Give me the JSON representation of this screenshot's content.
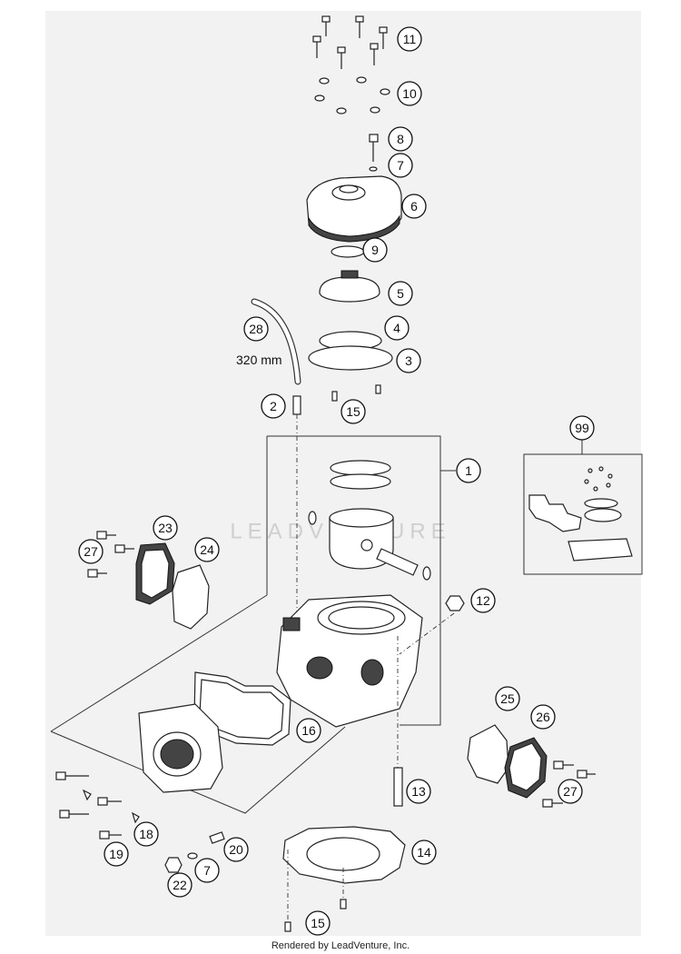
{
  "diagram": {
    "watermark": "LEADVENTURE",
    "dimension_label": "320 mm",
    "credit": "Rendered by LeadVenture, Inc.",
    "callouts": [
      {
        "id": "c11",
        "text": "11"
      },
      {
        "id": "c10",
        "text": "10"
      },
      {
        "id": "c8",
        "text": "8"
      },
      {
        "id": "c7a",
        "text": "7"
      },
      {
        "id": "c6",
        "text": "6"
      },
      {
        "id": "c9",
        "text": "9"
      },
      {
        "id": "c5",
        "text": "5"
      },
      {
        "id": "c28",
        "text": "28"
      },
      {
        "id": "c4",
        "text": "4"
      },
      {
        "id": "c3",
        "text": "3"
      },
      {
        "id": "c2",
        "text": "2"
      },
      {
        "id": "c15a",
        "text": "15"
      },
      {
        "id": "c99",
        "text": "99"
      },
      {
        "id": "c1",
        "text": "1"
      },
      {
        "id": "c23",
        "text": "23"
      },
      {
        "id": "c27a",
        "text": "27"
      },
      {
        "id": "c24",
        "text": "24"
      },
      {
        "id": "c12",
        "text": "12"
      },
      {
        "id": "c16",
        "text": "16"
      },
      {
        "id": "c25",
        "text": "25"
      },
      {
        "id": "c26",
        "text": "26"
      },
      {
        "id": "c13",
        "text": "13"
      },
      {
        "id": "c27b",
        "text": "27"
      },
      {
        "id": "c18",
        "text": "18"
      },
      {
        "id": "c19",
        "text": "19"
      },
      {
        "id": "c20",
        "text": "20"
      },
      {
        "id": "c14",
        "text": "14"
      },
      {
        "id": "c22",
        "text": "22"
      },
      {
        "id": "c7b",
        "text": "7"
      },
      {
        "id": "c15b",
        "text": "15"
      }
    ]
  }
}
